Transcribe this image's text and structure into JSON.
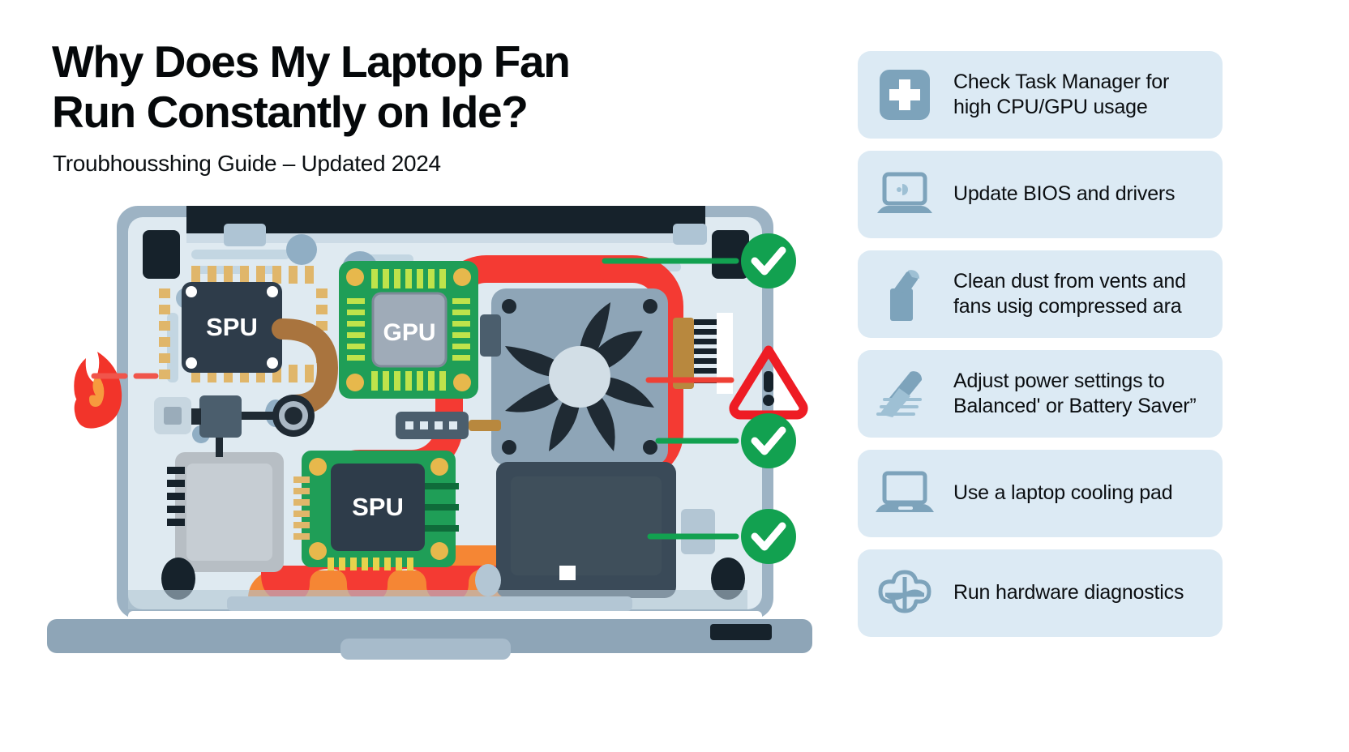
{
  "header": {
    "title": "Why Does My Laptop Fan\nRun Constantly on Ide?",
    "subtitle": "Troubhousshing Guide – Updated 2024"
  },
  "illustration": {
    "name": "laptop-internals-cutaway",
    "chip_labels": {
      "cpu_top": "SPU",
      "gpu": "GPU",
      "cpu_bottom": "SPU"
    },
    "markers": [
      {
        "name": "flame-icon",
        "type": "heat",
        "color": "#f23f2f"
      },
      {
        "name": "check-marker-top",
        "type": "ok",
        "color": "#12a150"
      },
      {
        "name": "warning-marker",
        "type": "warning",
        "color": "#ee1c24"
      },
      {
        "name": "check-marker-middle",
        "type": "ok",
        "color": "#12a150"
      },
      {
        "name": "check-marker-bottom",
        "type": "ok",
        "color": "#12a150"
      }
    ],
    "colors": {
      "chassis": "#9db3c4",
      "board": "#dbe9f0",
      "pcb_green": "#1f9e57",
      "heat_red": "#f43a33",
      "heat_orange": "#f58634",
      "fan_dark": "#1f2a33",
      "chip_dark": "#2e3c4a"
    }
  },
  "tips": {
    "items": [
      {
        "icon": "first-aid-plus-icon",
        "text": "Check Task Manager for\nhigh CPU/GPU usage"
      },
      {
        "icon": "laptop-screen-icon",
        "text": "Update BIOS and drivers"
      },
      {
        "icon": "air-duster-icon",
        "text": "Clean dust from vents and\nfans usig compressed ara"
      },
      {
        "icon": "power-slider-icon",
        "text": "Adjust power settings to\nBalanced' or Battery Saver”"
      },
      {
        "icon": "laptop-cooling-pad-icon",
        "text": "Use a laptop cooling pad"
      },
      {
        "icon": "diagnostics-fan-icon",
        "text": "Run hardware diagnostics"
      }
    ],
    "card_bg": "#dceaf4",
    "icon_color": "#7da3bb"
  }
}
